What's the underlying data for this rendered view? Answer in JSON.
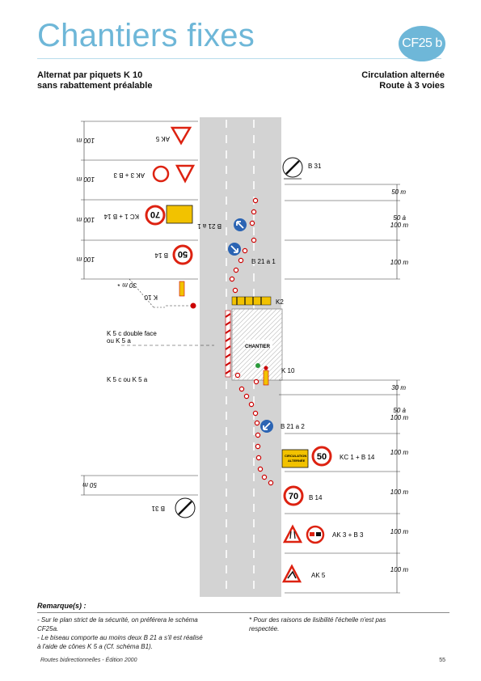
{
  "page": {
    "title": "Chantiers fixes",
    "badge": "CF25 b",
    "header_left_1": "Alternat par piquets K 10",
    "header_left_2": "sans rabattement préalable",
    "header_right_1": "Circulation alternée",
    "header_right_2": "Route à 3 voies"
  },
  "diagram": {
    "right_signs": {
      "b31": "B 31",
      "b21a1": "B 21 a 1",
      "k2": "K2",
      "k10": "K 10",
      "b21a2": "B 21 a 2",
      "kc1b14": "KC 1 + B 14",
      "b14": "B 14",
      "ak3b3": "AK 3 + B 3",
      "ak5": "AK 5"
    },
    "left_signs_inverted": {
      "ak5": "AK 5",
      "ak3b3": "AK 3 + B 3",
      "kc1b14": "KC 1 + B 14",
      "b21a1": "B 21 a 1",
      "b14": "B 14",
      "k10": "K 10",
      "b31": "B 31"
    },
    "left_distances_inverted": {
      "d1": "100 m",
      "d2": "100 m",
      "d3": "100 m",
      "d4": "100 m",
      "d5": "30 m",
      "d6": "50 m"
    },
    "right_distances": {
      "d1": "50 m",
      "d2a": "50 à",
      "d2b": "100 m",
      "d3": "100 m",
      "d4": "30 m",
      "d5a": "50 à",
      "d5b": "100 m",
      "d6": "100 m",
      "d7": "100 m",
      "d8": "100 m",
      "d9": "100 m"
    },
    "labels": {
      "k5c_double_1": "K 5 c double face",
      "k5c_double_2": "ou K 5 a",
      "k5c": "K 5 c ou K 5 a",
      "chantier": "CHANTIER",
      "star": "*",
      "circulation_1": "CIRCULATION",
      "circulation_2": "ALTERNÉE"
    },
    "speeds": {
      "s70": "70",
      "s50": "50"
    }
  },
  "remarks": {
    "title": "Remarque(s) :",
    "left_1": "- Sur le plan strict de la sécurité, on préférera le schéma",
    "left_2": "CF25a.",
    "left_3": "- Le biseau comporte au moins deux B 21 a s'il est réalisé",
    "left_4": "à l'aide de cônes K 5 a (Cf. schéma B1).",
    "right_1": "* Pour des raisons de lisibilité l'échelle n'est pas",
    "right_2": "respectée."
  },
  "footer": {
    "left": "Routes bidirectionnelles - Édition 2000",
    "page": "55"
  }
}
